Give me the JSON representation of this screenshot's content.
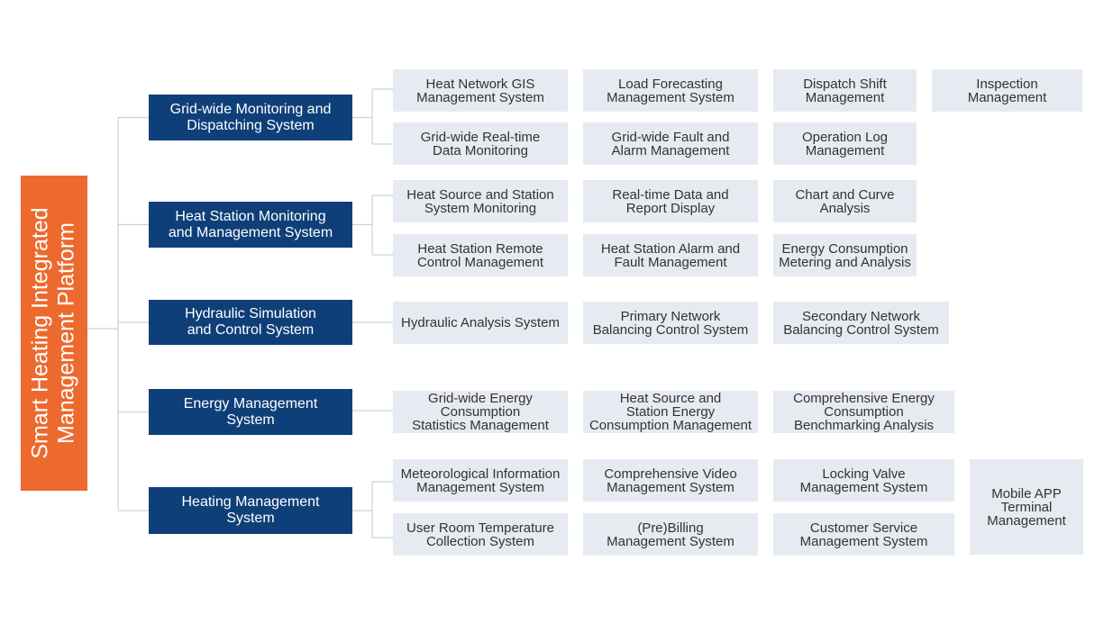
{
  "colors": {
    "root": "#ED6A2E",
    "category": "#0F3F78",
    "leaf": "#E6EAF1",
    "connector": "#D0D0D0"
  },
  "platform": {
    "lines": [
      "Smart Heating Integrated",
      "Management Platform"
    ]
  },
  "categories": [
    {
      "lines": [
        "Grid-wide Monitoring and",
        "Dispatching System"
      ],
      "modules": [
        [
          "Heat Network GIS",
          "Management System"
        ],
        [
          "Load Forecasting",
          "Management System"
        ],
        [
          "Dispatch Shift",
          "Management"
        ],
        [
          "Inspection",
          "Management"
        ],
        [
          "Grid-wide Real-time",
          "Data Monitoring"
        ],
        [
          "Grid-wide Fault and",
          "Alarm Management"
        ],
        [
          "Operation Log",
          "Management"
        ]
      ]
    },
    {
      "lines": [
        "Heat Station Monitoring",
        "and Management System"
      ],
      "modules": [
        [
          "Heat Source and Station",
          "System Monitoring"
        ],
        [
          "Real-time Data and",
          "Report Display"
        ],
        [
          "Chart and Curve",
          "Analysis"
        ],
        [
          "Heat Station Remote",
          "Control Management"
        ],
        [
          "Heat Station Alarm and",
          "Fault Management"
        ],
        [
          "Energy Consumption",
          "Metering and Analysis"
        ]
      ]
    },
    {
      "lines": [
        "Hydraulic Simulation",
        "and Control System"
      ],
      "modules": [
        [
          "Hydraulic Analysis System"
        ],
        [
          "Primary Network",
          "Balancing Control System"
        ],
        [
          "Secondary Network",
          "Balancing Control System"
        ]
      ]
    },
    {
      "lines": [
        "Energy Management",
        "System"
      ],
      "modules": [
        [
          "Grid-wide Energy",
          "Consumption",
          "Statistics Management"
        ],
        [
          "Heat Source and",
          "Station Energy",
          "Consumption Management"
        ],
        [
          "Comprehensive Energy",
          "Consumption",
          "Benchmarking Analysis"
        ]
      ]
    },
    {
      "lines": [
        "Heating Management",
        "System"
      ],
      "modules": [
        [
          "Meteorological Information",
          "Management System"
        ],
        [
          "Comprehensive Video",
          "Management System"
        ],
        [
          "Locking Valve",
          "Management System"
        ],
        [
          "Mobile APP",
          "Terminal",
          "Management"
        ],
        [
          "User Room Temperature",
          "Collection System"
        ],
        [
          "(Pre)Billing",
          "Management System"
        ],
        [
          "Customer Service",
          "Management System"
        ]
      ]
    }
  ]
}
